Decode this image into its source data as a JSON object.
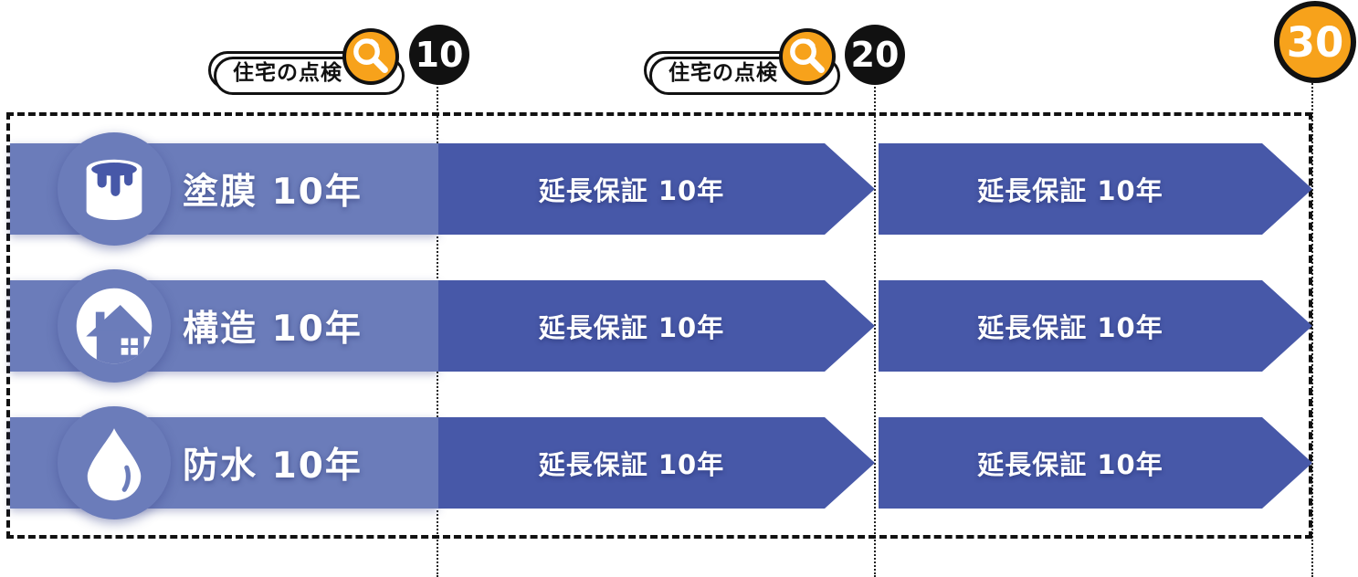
{
  "colors": {
    "light_blue": "#6B7CBA",
    "dark_blue": "#4758A8",
    "orange": "#F7A21B",
    "ink": "#111111"
  },
  "timeline": {
    "inspection_label": "住宅の点検",
    "markers": [
      {
        "year": "10"
      },
      {
        "year": "20"
      },
      {
        "year": "30"
      }
    ]
  },
  "rows": [
    {
      "label": "塗膜 10年",
      "icon": "paint-can-icon",
      "segments": [
        {
          "label": "延長保証 10年"
        },
        {
          "label": "延長保証 10年"
        }
      ]
    },
    {
      "label": "構造 10年",
      "icon": "house-icon",
      "segments": [
        {
          "label": "延長保証 10年"
        },
        {
          "label": "延長保証 10年"
        }
      ]
    },
    {
      "label": "防水 10年",
      "icon": "water-drop-icon",
      "segments": [
        {
          "label": "延長保証 10年"
        },
        {
          "label": "延長保証 10年"
        }
      ]
    }
  ]
}
